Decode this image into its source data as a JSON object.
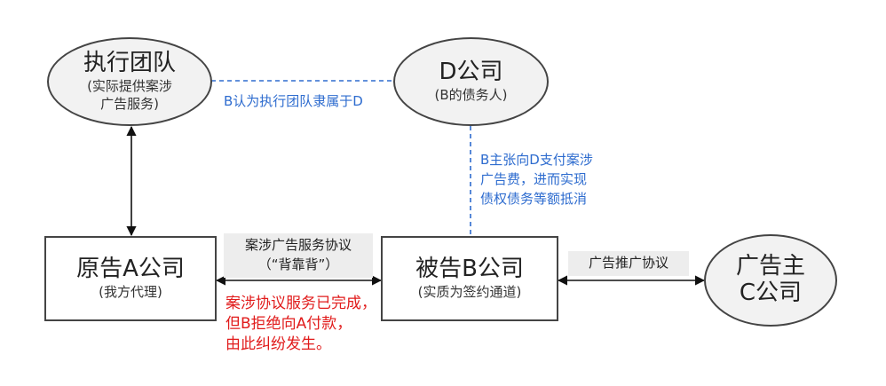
{
  "nodes": {
    "exec_team": {
      "title": "执行团队",
      "sub": "(实际提供案涉\n广告服务)"
    },
    "company_d": {
      "title": "D公司",
      "sub": "(B的债务人)"
    },
    "plaintiff": {
      "title": "原告A公司",
      "sub": "(我方代理)"
    },
    "defendant": {
      "title": "被告B公司",
      "sub": "(实质为签约通道)"
    },
    "advertiser": {
      "title": "广告主\nC公司"
    }
  },
  "labels": {
    "b_claims_team": "B认为执行团队隶属于D",
    "b_claims_payment": "B主张向D支付案涉\n广告费，进而实现\n债权债务等额抵消",
    "service_agreement": "案涉广告服务协议\n（“背靠背”）",
    "dispute_note": "案涉协议服务已完成，\n但B拒绝向A付款，\n由此纠纷发生。",
    "promo_agreement": "广告推广协议"
  },
  "colors": {
    "blue": "#2e6ccf",
    "red": "#e11b1b",
    "line": "#111111"
  }
}
